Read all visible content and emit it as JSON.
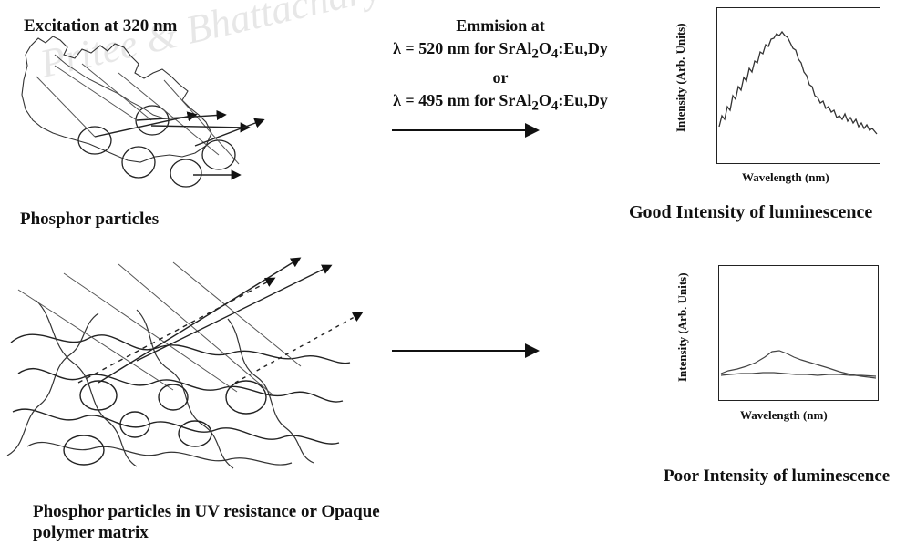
{
  "top": {
    "excitation_label": "Excitation at 320 nm",
    "phosphor_label": "Phosphor particles"
  },
  "emission": {
    "line1": "Emmision at",
    "line2_prefix": "λ = 520 nm for SrAl",
    "line3": "or",
    "line4_prefix": "λ = 495 nm for SrAl",
    "sub2": "2",
    "o_char": "O",
    "sub4": "4",
    "suffix": ":Eu,Dy"
  },
  "good_plot": {
    "ylabel": "Intensity (Arb. Units)",
    "xlabel": "Wavelength (nm)",
    "caption": "Good Intensity of luminescence"
  },
  "bottom": {
    "phosphor_label": "Phosphor particles in UV resistance or Opaque polymer matrix"
  },
  "poor_plot": {
    "ylabel": "Intensity (Arb. Units)",
    "xlabel": "Wavelength (nm)",
    "caption": "Poor Intensity of luminescence"
  },
  "watermark": "Pritee & Bhattacharya",
  "colors": {
    "ink": "#111111",
    "curve": "#333333"
  }
}
